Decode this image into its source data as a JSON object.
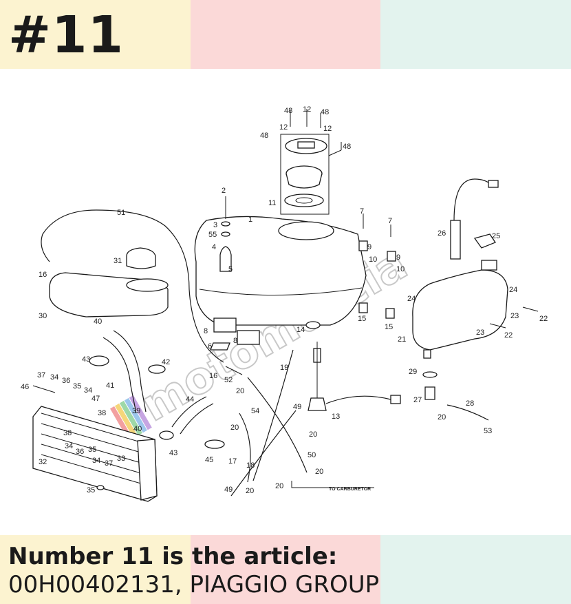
{
  "header": {
    "badge": "#11"
  },
  "footer": {
    "line1": "Number 11 is the article:",
    "article_code": "00H00402131",
    "brand": ", PIAGGIO GROUP"
  },
  "watermark": {
    "text": "motomurcia"
  },
  "diagram": {
    "note": "TO CARBURETOR",
    "callouts": {
      "c1": "1",
      "c2": "2",
      "c3": "3",
      "c4": "4",
      "c5": "5",
      "c6": "6",
      "c7": "7",
      "c8": "8",
      "c9": "9",
      "c10": "10",
      "c11": "11",
      "c12": "12",
      "c13": "13",
      "c14": "14",
      "c15": "15",
      "c16": "16",
      "c17": "17",
      "c18": "18",
      "c19": "19",
      "c20": "20",
      "c21": "21",
      "c22": "22",
      "c23": "23",
      "c24": "24",
      "c25": "25",
      "c26": "26",
      "c27": "27",
      "c28": "28",
      "c29": "29",
      "c30": "30",
      "c31": "31",
      "c32": "32",
      "c33": "33",
      "c34": "34",
      "c35": "35",
      "c36": "36",
      "c37": "37",
      "c38": "38",
      "c39": "39",
      "c40": "40",
      "c41": "41",
      "c42": "42",
      "c43": "43",
      "c44": "44",
      "c45": "45",
      "c46": "46",
      "c47": "47",
      "c48": "48",
      "c49": "49",
      "c50": "50",
      "c51": "51",
      "c52": "52",
      "c53": "53",
      "c54": "54",
      "c55": "55"
    }
  },
  "colors": {
    "band_yellow": "#fcf3d0",
    "band_pink": "#fbd9d8",
    "band_mint": "#e3f3ee",
    "ink": "#1a1a1a",
    "watermark_gray": "#c8c8c8",
    "watermark_stripes": [
      "#f2a0a0",
      "#f5d67a",
      "#9ed8a8",
      "#9cc6ec",
      "#c6a5e2"
    ]
  }
}
